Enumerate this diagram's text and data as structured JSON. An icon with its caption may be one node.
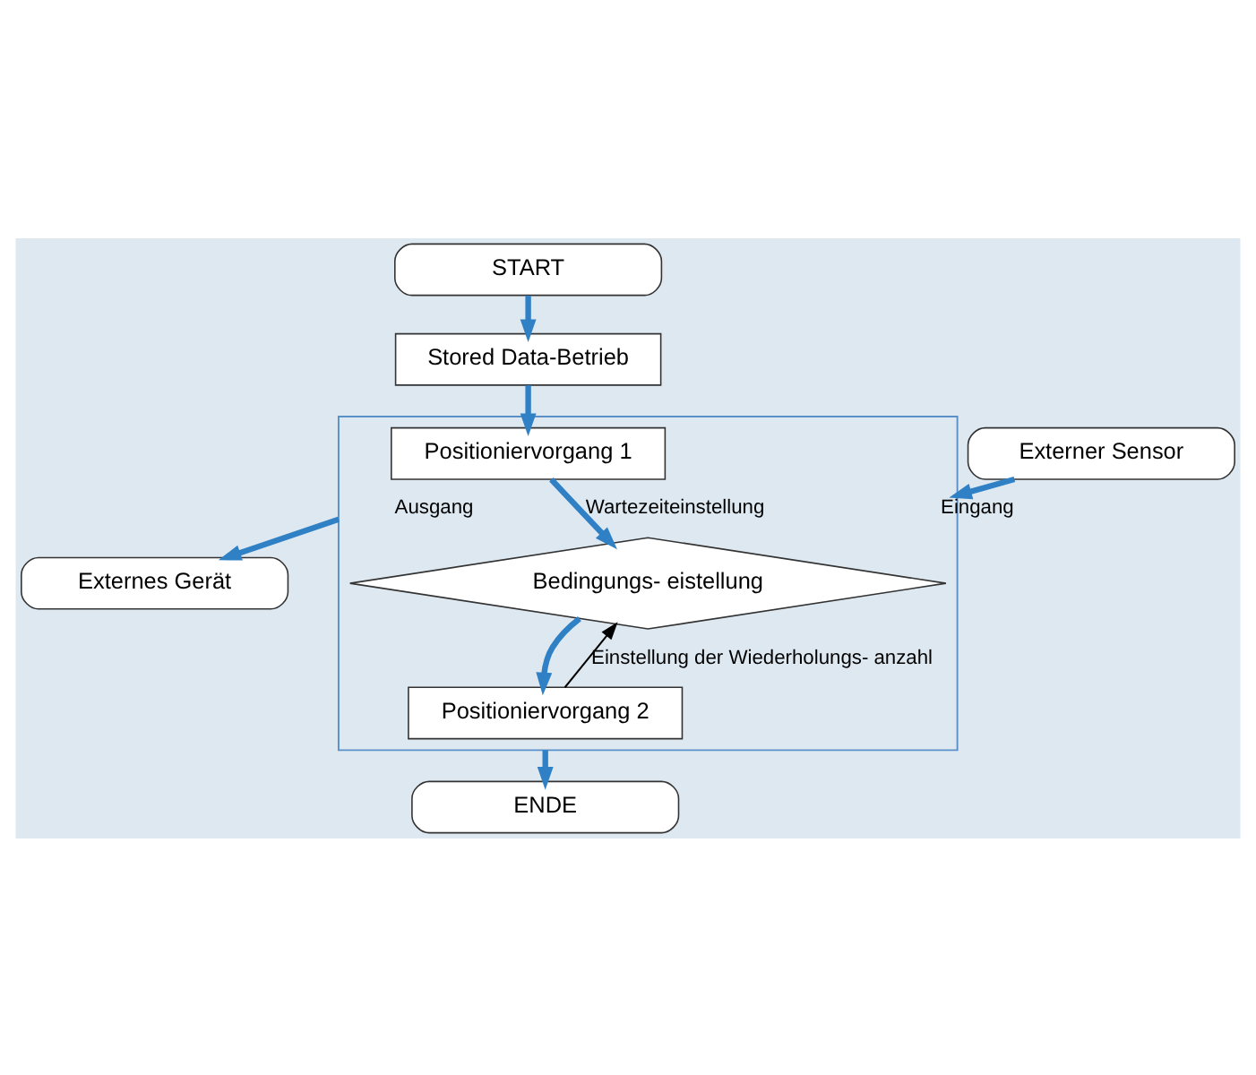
{
  "diagram": {
    "nodes": [
      {
        "text": [
          "START"
        ]
      },
      {
        "text": [],
        "shape": "box"
      },
      {
        "text": [
          "Stored Data-Betrieb"
        ]
      },
      {
        "text": [
          "Positioniervorgang 1"
        ],
        "in": 1
      },
      {
        "text": [
          "Bedingungs- eistellung"
        ],
        "in": 1
      },
      {
        "text": [
          "Positioniervorgang 2"
        ],
        "in": 1
      },
      {
        "text": [
          "ENDE"
        ]
      },
      {
        "text": [
          "Externes Gerät"
        ]
      },
      {
        "text": [
          "Externer Sensor"
        ]
      }
    ],
    "edges": [
      {
        "from": 0,
        "to": 2,
        "arrow": "to"
      },
      {
        "from": 2,
        "to": 3,
        "arrow": "to"
      },
      {
        "from": 3,
        "to": 4,
        "arrow": "to",
        "label": "Wartezeiteinstellung"
      },
      {
        "from": 4,
        "to": 5,
        "arrow": "to"
      },
      {
        "from": 5,
        "to": 4,
        "arrow": "to",
        "label": "Einstellung der Wiederholungs- anzahl",
        "color": "#000000"
      },
      {
        "from": 1,
        "to": 6,
        "arrow": "to"
      },
      {
        "from": 1,
        "to": 7,
        "arrow": "to",
        "label": "Ausgang"
      },
      {
        "from": 8,
        "to": 1,
        "arrow": "to",
        "label": "Eingang"
      }
    ]
  }
}
